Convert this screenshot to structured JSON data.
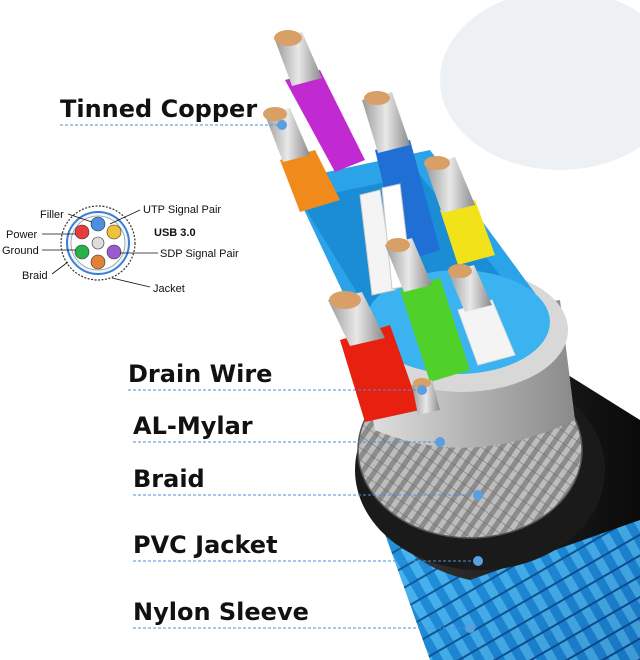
{
  "labels": {
    "tinned_copper": "Tinned Copper",
    "drain_wire": "Drain Wire",
    "al_mylar": "AL-Mylar",
    "braid": "Braid",
    "pvc_jacket": "PVC Jacket",
    "nylon_sleeve": "Nylon Sleeve"
  },
  "cross_section": {
    "filler": "Filler",
    "power": "Power",
    "ground": "Ground",
    "braid": "Braid",
    "utp_signal_pair": "UTP Signal Pair",
    "usb": "USB 3.0",
    "sdp_signal_pair": "SDP Signal Pair",
    "jacket": "Jacket"
  },
  "colors": {
    "leader_line": "#4a90d9",
    "leader_dot": "#5aa0e0",
    "nylon_blue": "#1e8ad6",
    "pvc_black": "#1c1c1c",
    "braid_silver": "#9a9a9a",
    "mylar_silver": "#c8c8c8",
    "wire_magenta": "#c02ad0",
    "wire_orange": "#f08a1a",
    "wire_blue": "#1f6fd4",
    "wire_yellow": "#f2e21a",
    "wire_green": "#4fd12a",
    "wire_red": "#e8200f",
    "wire_white": "#f4f4f4"
  }
}
